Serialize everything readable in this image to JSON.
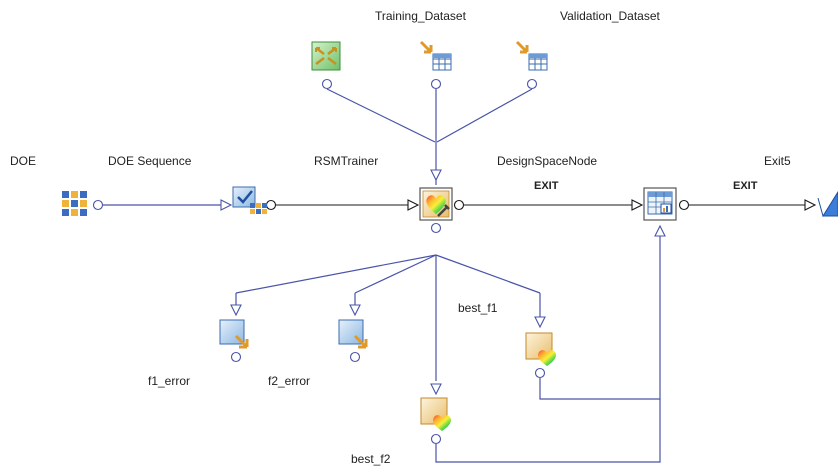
{
  "nodes": {
    "doe": {
      "label": "DOE",
      "icon": "doe-grid-icon"
    },
    "doe_sequence": {
      "label": "DOE Sequence",
      "icon": "doe-sequence-icon"
    },
    "rsm_trainer": {
      "label": "RSMTrainer",
      "icon": "rsm-trainer-icon"
    },
    "design_space": {
      "label": "DesignSpaceNode",
      "icon": "design-space-icon"
    },
    "exit5": {
      "label": "Exit5",
      "icon": "exit-icon"
    },
    "training_dataset": {
      "label": "Training_Dataset",
      "icon": "dataset-table-icon"
    },
    "validation_dataset": {
      "label": "Validation_Dataset",
      "icon": "dataset-table-icon"
    },
    "input_green": {
      "label": "",
      "icon": "green-input-icon"
    },
    "f1_error": {
      "label": "f1_error",
      "icon": "output-arrow-icon"
    },
    "f2_error": {
      "label": "f2_error",
      "icon": "output-arrow-icon"
    },
    "best_f1": {
      "label": "best_f1",
      "icon": "rsm-heart-icon"
    },
    "best_f2": {
      "label": "best_f2",
      "icon": "rsm-heart-icon"
    }
  },
  "edges": {
    "exit_label_1": "EXIT",
    "exit_label_2": "EXIT"
  },
  "colors": {
    "link": "#4a54a8",
    "flow": "#1a1a1a",
    "box_blue": "#9dc3e6",
    "box_tan": "#f3d9a4",
    "box_green": "#8fd18a"
  }
}
